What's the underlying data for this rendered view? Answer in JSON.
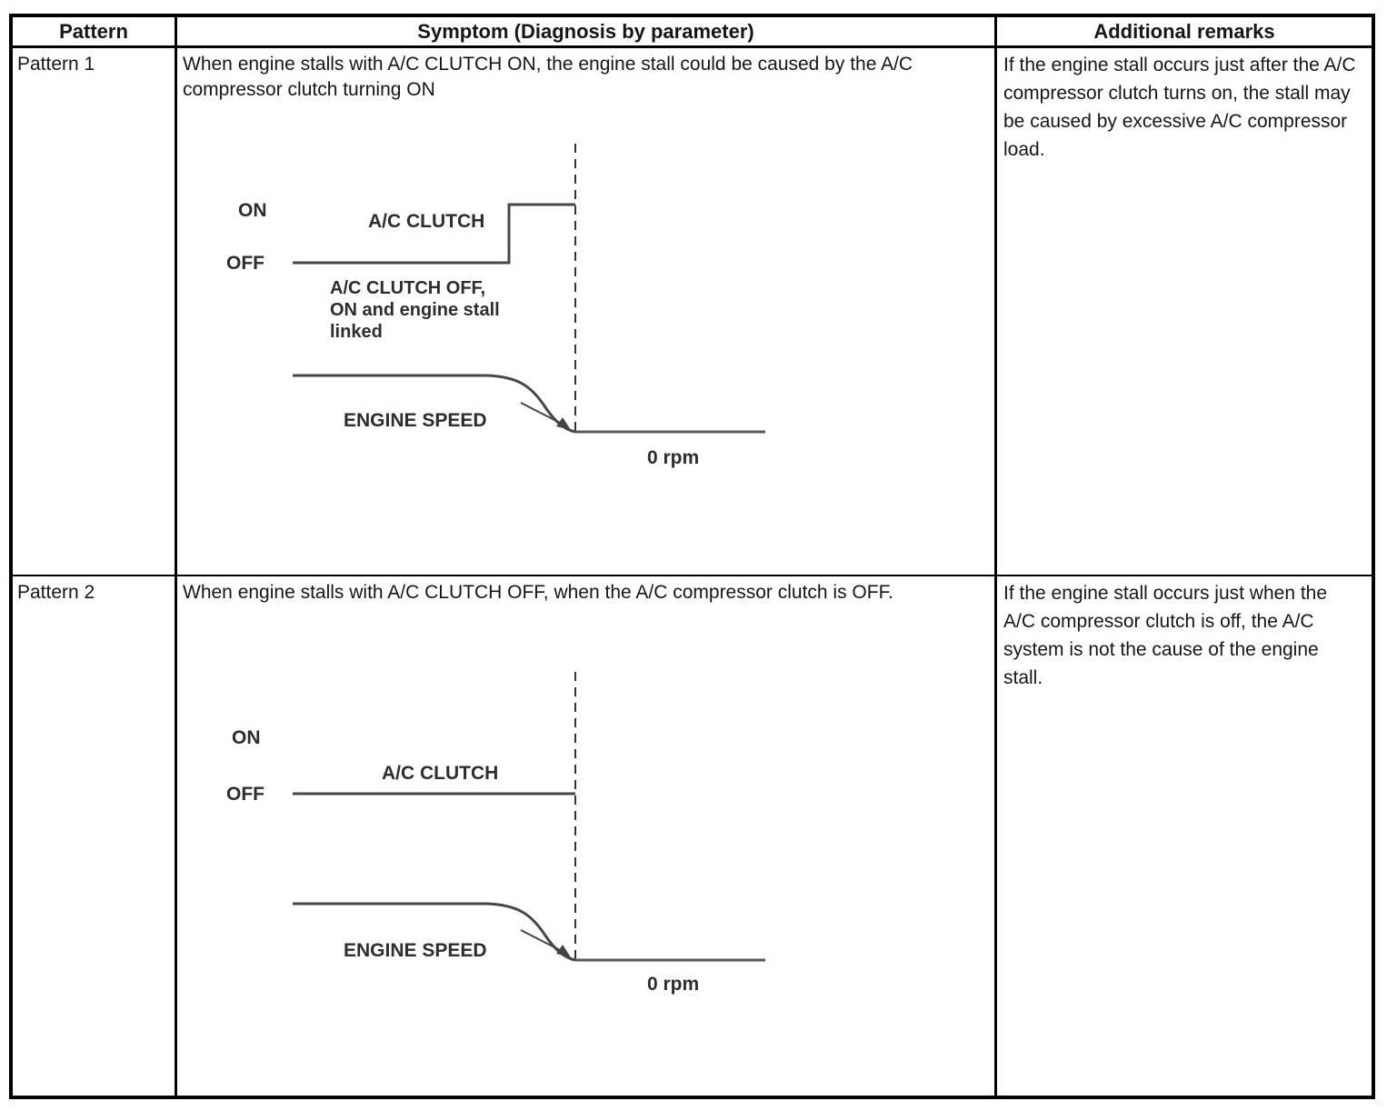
{
  "table": {
    "headers": {
      "pattern": "Pattern",
      "symptom": "Symptom (Diagnosis by parameter)",
      "remarks": "Additional remarks"
    },
    "rows": [
      {
        "pattern": "Pattern 1",
        "symptom": "When engine stalls with A/C CLUTCH ON, the engine stall could be caused by the A/C compressor clutch turning ON",
        "remarks": "If the engine stall occurs just after the A/C compressor clutch turns on, the stall may be caused by excessive A/C compressor load.",
        "diagram": {
          "on_label": "ON",
          "off_label": "OFF",
          "signal_label": "A/C CLUTCH",
          "note_line1": "A/C CLUTCH OFF,",
          "note_line2": "ON and engine stall",
          "note_line3": "linked",
          "engine_speed_label": "ENGINE SPEED",
          "zero_rpm_label": "0 rpm",
          "clutch_behavior": "OFF then steps ON just before engine stall"
        }
      },
      {
        "pattern": "Pattern 2",
        "symptom": "When engine stalls with A/C CLUTCH OFF, when the A/C compressor clutch is OFF.",
        "remarks": "If the engine stall occurs just when the A/C compressor clutch is off, the A/C system is not the cause of the engine stall.",
        "diagram": {
          "on_label": "ON",
          "off_label": "OFF",
          "signal_label": "A/C CLUTCH",
          "engine_speed_label": "ENGINE SPEED",
          "zero_rpm_label": "0 rpm",
          "clutch_behavior": "stays OFF through engine stall"
        }
      }
    ]
  },
  "colors": {
    "border": "#000000",
    "text": "#161616",
    "waveform_line": "#474747",
    "zero_line": "#5a5a5a",
    "dashed_stall_line": "#333333"
  }
}
